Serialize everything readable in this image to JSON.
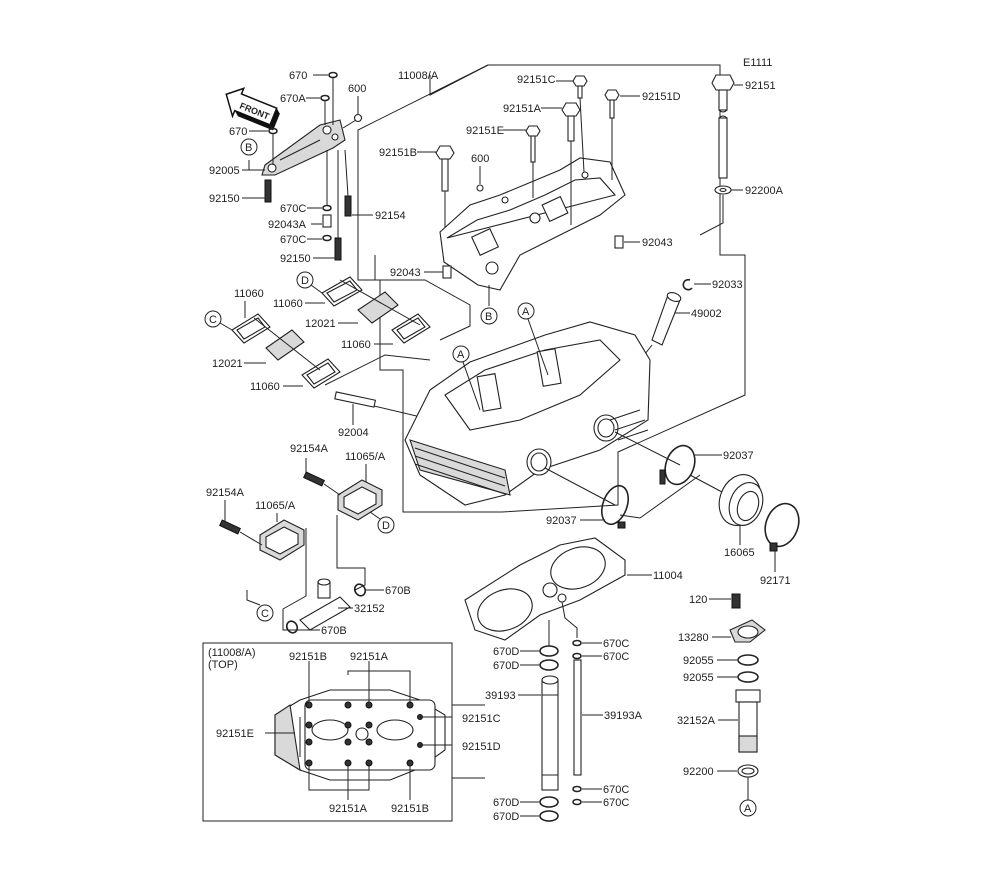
{
  "diagram": {
    "code": "E1111",
    "front_label": "FRONT",
    "inset": {
      "title_line1": "(11008/A)",
      "title_line2": "(TOP)",
      "labels": [
        "92151B",
        "92151A",
        "92151E",
        "92151C",
        "92151D",
        "92151A",
        "92151B"
      ]
    },
    "labels": {
      "p670_top": "670",
      "p670a": "670A",
      "p600_left": "600",
      "p670_mid": "670",
      "p92005": "92005",
      "p92150_a": "92150",
      "p670c_a": "670C",
      "p92043a": "92043A",
      "p670c_b": "670C",
      "p92150_b": "92150",
      "p92154": "92154",
      "p11008a": "11008/A",
      "p92151c": "92151C",
      "p92151d": "92151D",
      "p92151a": "92151A",
      "p92151e": "92151E",
      "p92151b": "92151B",
      "p600_right": "600",
      "p92043_r": "92043",
      "p92043_l": "92043",
      "p92151": "92151",
      "p92200a": "92200A",
      "p92033": "92033",
      "p49002": "49002",
      "p11060_a": "11060",
      "p11060_b": "11060",
      "p12021_a": "12021",
      "p11060_c": "11060",
      "p12021_b": "12021",
      "p11060_d": "11060",
      "p92004": "92004",
      "p92037_r": "92037",
      "p92037_l": "92037",
      "p16065": "16065",
      "p92171": "92171",
      "p92154a_r": "92154A",
      "p11065a_r": "11065/A",
      "p92154a_l": "92154A",
      "p11065a_l": "11065/A",
      "p670b_r": "670B",
      "p32152": "32152",
      "p670b_l": "670B",
      "p11004": "11004",
      "p670c_1": "670C",
      "p670c_2": "670C",
      "p670d_1": "670D",
      "p670d_2": "670D",
      "p39193": "39193",
      "p39193a": "39193A",
      "p670c_3": "670C",
      "p670c_4": "670C",
      "p670d_3": "670D",
      "p670d_4": "670D",
      "p120": "120",
      "p13280": "13280",
      "p92055_a": "92055",
      "p92055_b": "92055",
      "p32152a": "32152A",
      "p92200": "92200"
    },
    "reference_markers": {
      "A": "A",
      "B": "B",
      "C": "C",
      "D": "D"
    }
  }
}
